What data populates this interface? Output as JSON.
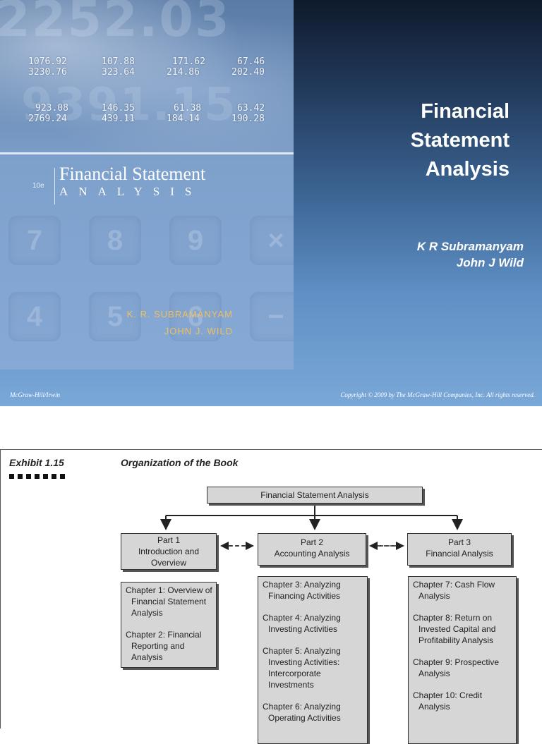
{
  "slide": {
    "cover": {
      "numbers": [
        [
          "1076.92",
          "107.88",
          "171.62",
          "67.46"
        ],
        [
          "3230.76",
          "323.64",
          "214.86",
          "202.40"
        ],
        [
          "923.08",
          "146.35",
          "61.38",
          "63.42"
        ],
        [
          "2769.24",
          "439.11",
          "184.14",
          "190.28"
        ]
      ],
      "edition": "10e",
      "title": "Financial Statement",
      "subtitle": "ANALYSIS",
      "keys": [
        "7",
        "8",
        "9",
        "×",
        "4",
        "5",
        "6",
        "−"
      ],
      "authors": [
        "K. R. SUBRAMANYAM",
        "JOHN J. WILD"
      ]
    },
    "title_lines": [
      "Financial",
      "Statement",
      "Analysis"
    ],
    "authors": [
      "K R Subramanyam",
      "John J Wild"
    ],
    "publisher": "McGraw-Hill/Irwin",
    "copyright": "Copyright © 2009 by The McGraw-Hill Companies, Inc. All rights reserved.",
    "colors": {
      "title": "#ffffff",
      "cover_authors": "#f0c060"
    }
  },
  "exhibit": {
    "label": "Exhibit 1.15",
    "title": "Organization of the Book",
    "root": "Financial Statement Analysis",
    "parts": [
      {
        "lines": [
          "Part 1",
          "Introduction and",
          "Overview"
        ]
      },
      {
        "lines": [
          "Part 2",
          "Accounting Analysis"
        ]
      },
      {
        "lines": [
          "Part 3",
          "Financial Analysis"
        ]
      }
    ],
    "chapters": [
      [
        "Chapter 1: Overview of Financial Statement Analysis",
        "Chapter 2: Financial Reporting and Analysis"
      ],
      [
        "Chapter 3: Analyzing Financing Activities",
        "Chapter 4: Analyzing Investing Activities",
        "Chapter 5: Analyzing Investing Activities: Intercorporate Investments",
        "Chapter 6: Analyzing Operating Activities"
      ],
      [
        "Chapter 7: Cash Flow Analysis",
        "Chapter 8: Return on Invested Capital and Profitability Analysis",
        "Chapter 9: Prospective Analysis",
        "Chapter 10: Credit Analysis"
      ]
    ]
  }
}
